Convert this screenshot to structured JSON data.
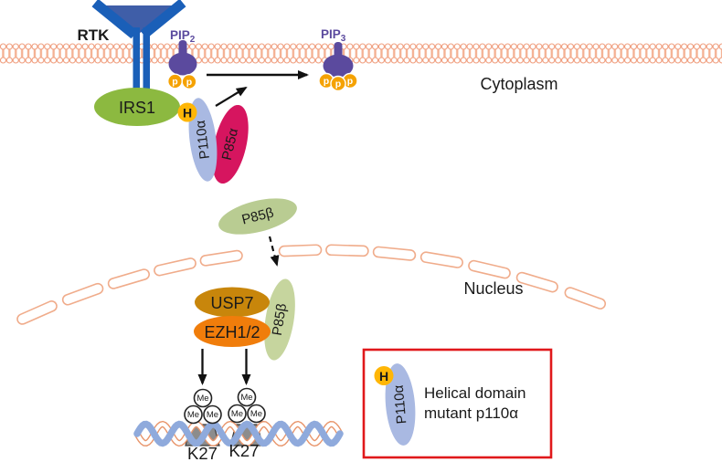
{
  "palette": {
    "membrane_salmon": "#F09E7E",
    "membrane_tail": "#F4B193",
    "rtk_blue": "#1A5FB8",
    "rtk_triangle": "#3F5EA8",
    "pip_purple": "#5B4A9E",
    "phospho_orange": "#F5A202",
    "irs1_green": "#8CB940",
    "helical_yellow": "#FFB606",
    "p110a_periwinkle": "#A9B9E2",
    "p85a_crimson": "#D6155F",
    "p85b_cyto_green": "#B9CC92",
    "p85b_nuc_green": "#C6D59E",
    "usp7_ochre": "#C8860B",
    "ezh_orange": "#F07D0B",
    "nuclear_envelope_salmon": "#F0AC8B",
    "dna_blue": "#8FAADC",
    "dna_orange": "#E8956B",
    "nucleosome_gray": "#8C8C8C",
    "legend_border_red": "#E0181B",
    "arrow_black": "#111111"
  },
  "labels": {
    "rtk": "RTK",
    "pip": "PIP",
    "pip2_sub": "2",
    "pip3_sub": "3",
    "phospho": "p",
    "cytoplasm": "Cytoplasm",
    "nucleus": "Nucleus",
    "irs1": "IRS1",
    "helical_domain": "H",
    "p110a": "P110α",
    "p85a": "P85α",
    "p85b": "P85β",
    "usp7": "USP7",
    "ezh12": "EZH1/2",
    "methyl": "Me",
    "k27": "K27"
  },
  "legend": {
    "line1": "Helical domain",
    "line2": "mutant p110α"
  }
}
